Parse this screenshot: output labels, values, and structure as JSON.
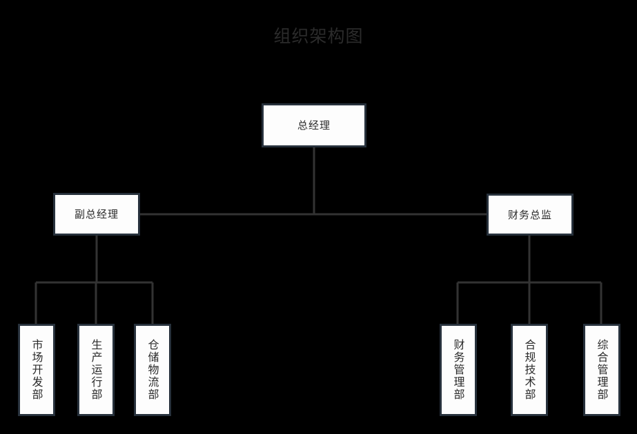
{
  "chart": {
    "title": "组织架构图",
    "type": "org-chart",
    "colors": {
      "background": "#000000",
      "node_fill": "#fdfdfd",
      "node_border": "#27313c",
      "connector": "#333333",
      "title_text": "#2b2b2b",
      "node_text": "#2a2a2a"
    },
    "nodes": {
      "root": {
        "label": "总经理",
        "level": 1
      },
      "deputy_gm": {
        "label": "副总经理",
        "level": 2
      },
      "cfo": {
        "label": "财务总监",
        "level": 2
      },
      "market": {
        "label": "市场开发部",
        "level": 3,
        "parent": "deputy_gm"
      },
      "production": {
        "label": "生产运行部",
        "level": 3,
        "parent": "deputy_gm"
      },
      "warehouse": {
        "label": "仓储物流部",
        "level": 3,
        "parent": "deputy_gm"
      },
      "finance_mgmt": {
        "label": "财务管理部",
        "level": 3,
        "parent": "cfo"
      },
      "compliance": {
        "label": "合规技术部",
        "level": 3,
        "parent": "cfo"
      },
      "general_mgmt": {
        "label": "综合管理部",
        "level": 3,
        "parent": "cfo"
      }
    }
  }
}
